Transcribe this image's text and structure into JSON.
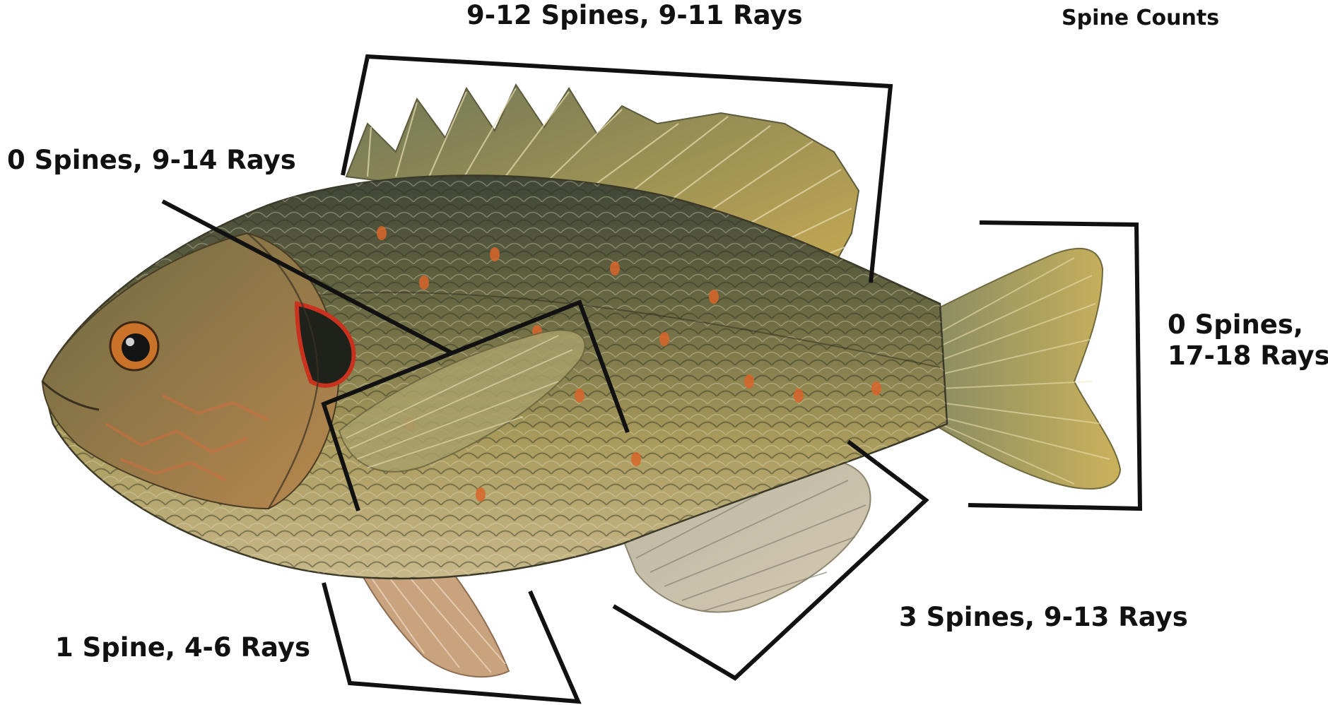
{
  "header": {
    "top_right_partial": "Spine Counts"
  },
  "labels": {
    "dorsal": "9-12 Spines, 9-11 Rays",
    "pectoral": "0 Spines, 9-14 Rays",
    "caudal_line1": "0 Spines,",
    "caudal_line2": "17-18 Rays",
    "pelvic": "1 Spine, 4-6 Rays",
    "anal": "3 Spines, 9-13 Rays"
  },
  "colors": {
    "bracket": "#111111",
    "background": "#ffffff",
    "body_olive": "#7a7448",
    "fin_gold": "#bfa656",
    "gill_red": "#c9321e",
    "spot_orange": "#d9652a"
  },
  "icons": {
    "main_illustration": "redear-sunfish-illustration"
  }
}
